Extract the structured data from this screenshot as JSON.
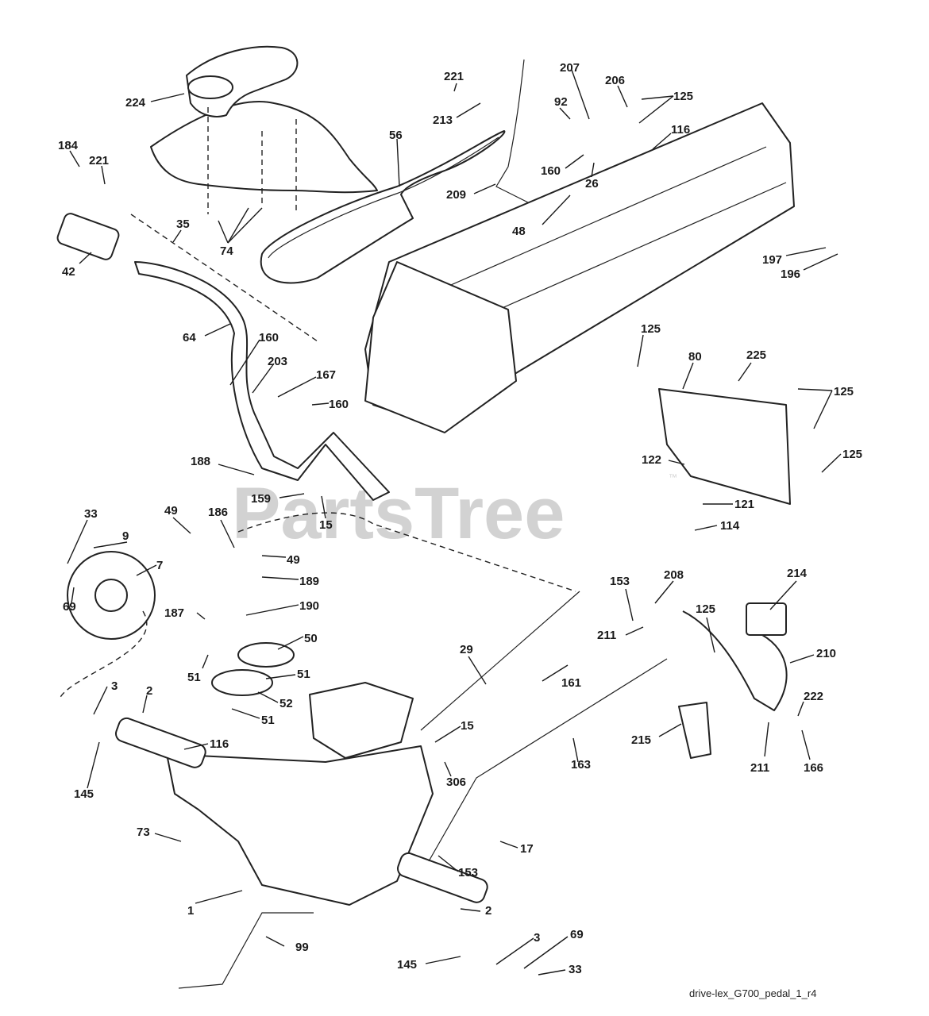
{
  "watermark": {
    "text": "PartsTree",
    "trademark": "™"
  },
  "caption": "drive-lex_G700_pedal_1_r4",
  "callouts": [
    "224",
    "221",
    "213",
    "207",
    "206",
    "125",
    "184",
    "221",
    "56",
    "92",
    "116",
    "160",
    "26",
    "209",
    "42",
    "35",
    "74",
    "48",
    "197",
    "196",
    "64",
    "160",
    "203",
    "167",
    "160",
    "125",
    "80",
    "225",
    "125",
    "188",
    "159",
    "15",
    "122",
    "125",
    "121",
    "114",
    "33",
    "9",
    "7",
    "49",
    "186",
    "49",
    "189",
    "69",
    "187",
    "190",
    "50",
    "51",
    "51",
    "52",
    "51",
    "153",
    "208",
    "214",
    "125",
    "29",
    "211",
    "210",
    "161",
    "222",
    "3",
    "2",
    "116",
    "15",
    "215",
    "211",
    "166",
    "145",
    "306",
    "163",
    "73",
    "17",
    "153",
    "1",
    "2",
    "99",
    "3",
    "69",
    "145",
    "33"
  ],
  "colors": {
    "ink": "#1a1a1a",
    "watermark": "#d2d2d2",
    "background": "#ffffff"
  }
}
